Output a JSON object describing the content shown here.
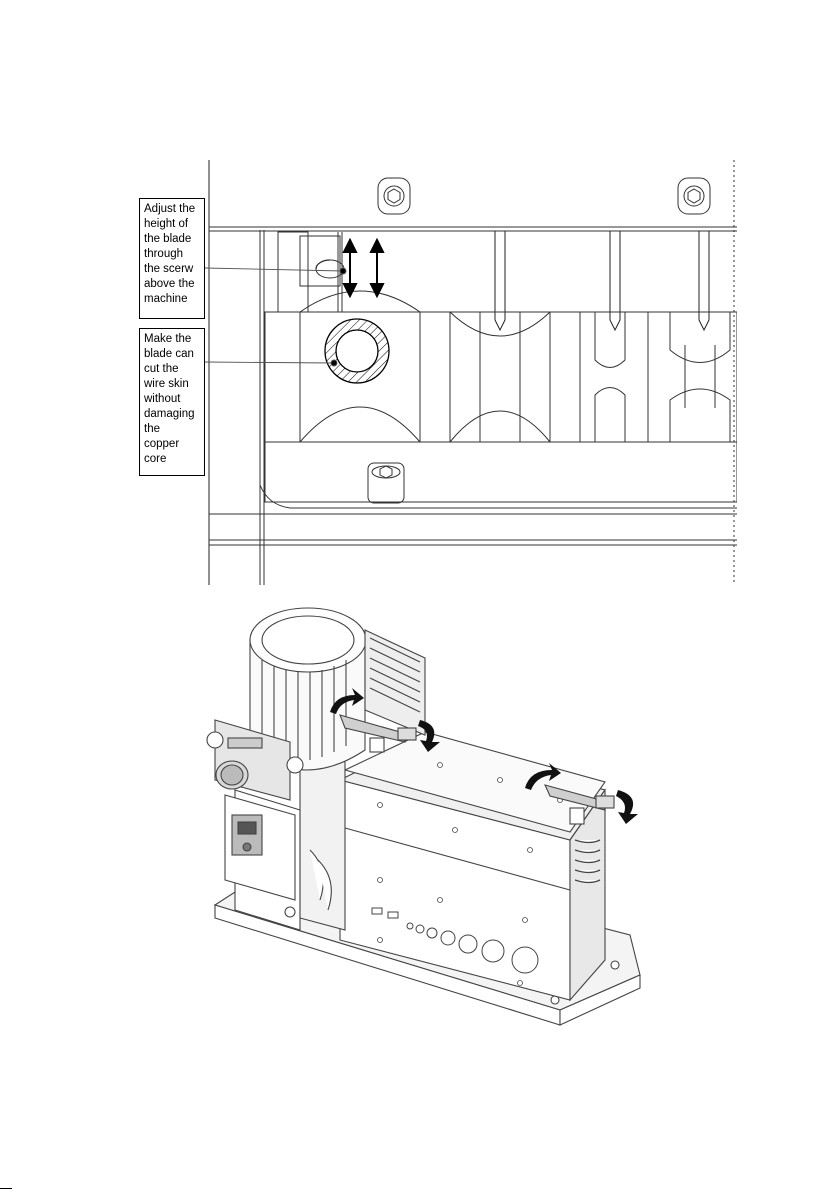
{
  "page": {
    "background": "#ffffff",
    "line_color": "#000000"
  },
  "top_figure": {
    "callouts": [
      {
        "id": "height-adjust-note",
        "text": "Adjust the\nheight of\nthe blade\nthrough\nthe scerw\nabove the\nmachine"
      },
      {
        "id": "cut-depth-note",
        "text": "Make the\nblade can\ncut the\nwire skin\nwithout\ndamaging\nthe\ncopper\ncore"
      }
    ],
    "icons": [
      "hex-socket-screw-icon",
      "double-arrow-icon",
      "hatched-wire-cross-section-icon"
    ]
  },
  "bottom_figure": {
    "icons": [
      "curved-rotation-arrow-icon",
      "adjustment-lever-icon",
      "switch-box-icon"
    ]
  }
}
